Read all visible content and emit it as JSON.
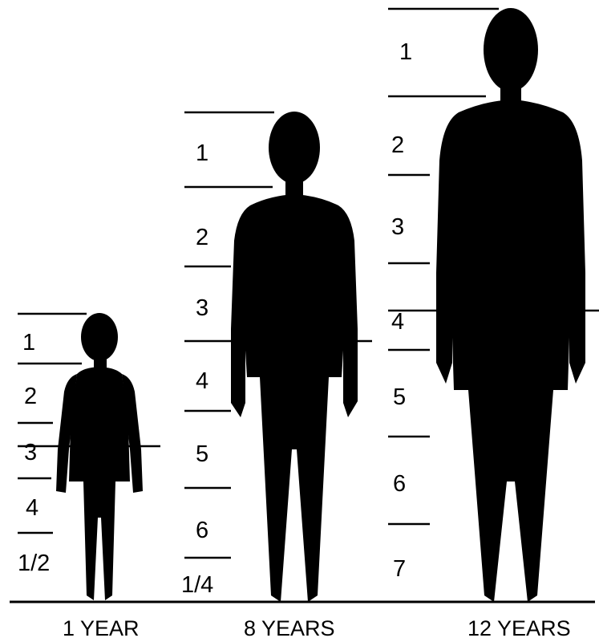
{
  "figures": [
    {
      "caption": "1 YEAR",
      "segments": [
        "1",
        "2",
        "3",
        "4",
        "1/2"
      ]
    },
    {
      "caption": "8 YEARS",
      "segments": [
        "1",
        "2",
        "3",
        "4",
        "5",
        "6",
        "1/4"
      ]
    },
    {
      "caption": "12 YEARS",
      "segments": [
        "1",
        "2",
        "3",
        "4",
        "5",
        "6",
        "7"
      ]
    }
  ]
}
